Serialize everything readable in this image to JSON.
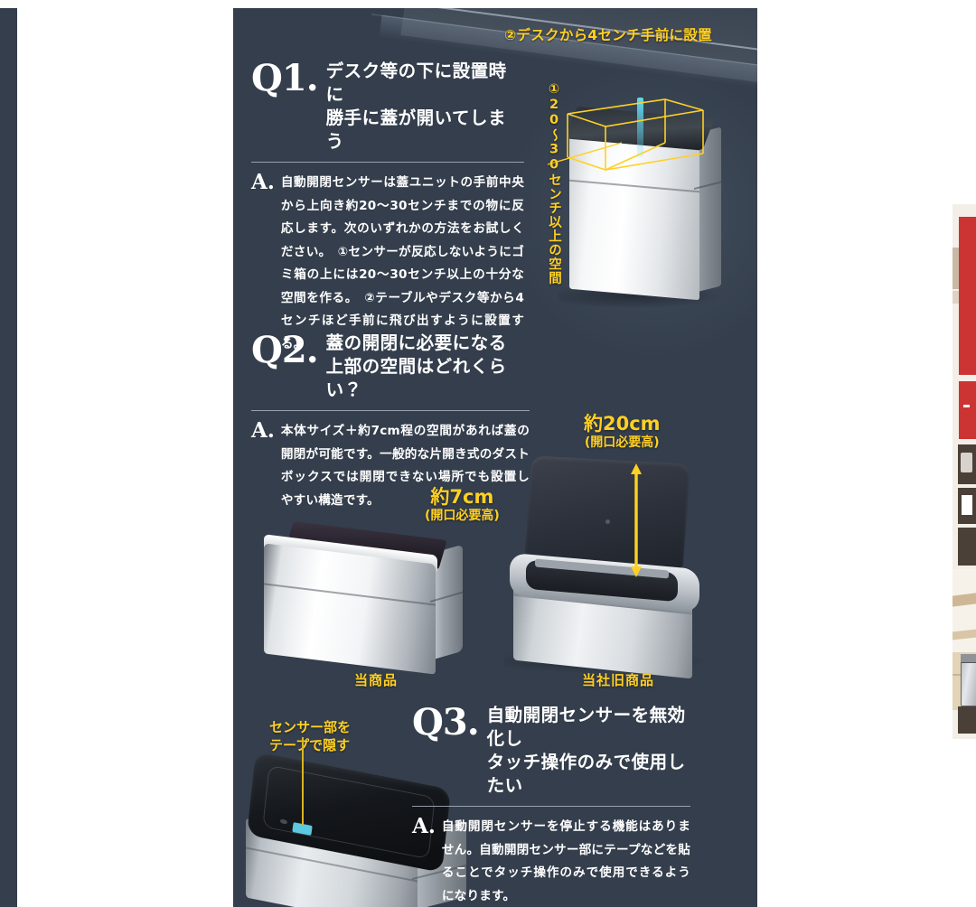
{
  "panel": {
    "background_color": "#343e4c",
    "accent_yellow": "#ffd024",
    "text_color": "#ffffff",
    "beam_color": "#63d9f2"
  },
  "q1": {
    "q_mark": "Q1",
    "q_dot": ".",
    "title": "デスク等の下に設置時に\n勝手に蓋が開いてしまう",
    "a_mark": "A.",
    "answer": "自動開閉センサーは蓋ユニットの手前中央から上向き約20〜30センチまでの物に反応します。次のいずれかの方法をお試しください。　①センサーが反応しないようにゴミ箱の上には20〜30センチ以上の十分な空間を作る。　②テーブルやデスク等から4センチほど手前に飛び出すように設置する。",
    "callout_top": "②デスクから4センチ手前に設置",
    "callout_vertical": "①20〜30センチ以上の空間"
  },
  "q2": {
    "q_mark": "Q2",
    "q_dot": ".",
    "title": "蓋の開閉に必要になる\n上部の空間はどれくらい？",
    "a_mark": "A.",
    "answer": "本体サイズ＋約7cm程の空間があれば蓋の開閉が可能です。一般的な片開き式のダストボックスでは開閉できない場所でも設置しやすい構造です。",
    "left_measure_big": "約7cm",
    "left_measure_sub": "(開口必要高)",
    "right_measure_big": "約20cm",
    "right_measure_sub": "(開口必要高)",
    "left_caption": "当商品",
    "right_caption": "当社旧商品"
  },
  "q3": {
    "q_mark": "Q3",
    "q_dot": ".",
    "title": "自動開閉センサーを無効化し\nタッチ操作のみで使用したい",
    "a_mark": "A.",
    "answer": "自動開閉センサーを停止する機能はありません。自動開閉センサー部にテープなどを貼ることでタッチ操作のみで使用できるようになります。",
    "sensor_note": "センサー部を\nテープで隠す"
  }
}
